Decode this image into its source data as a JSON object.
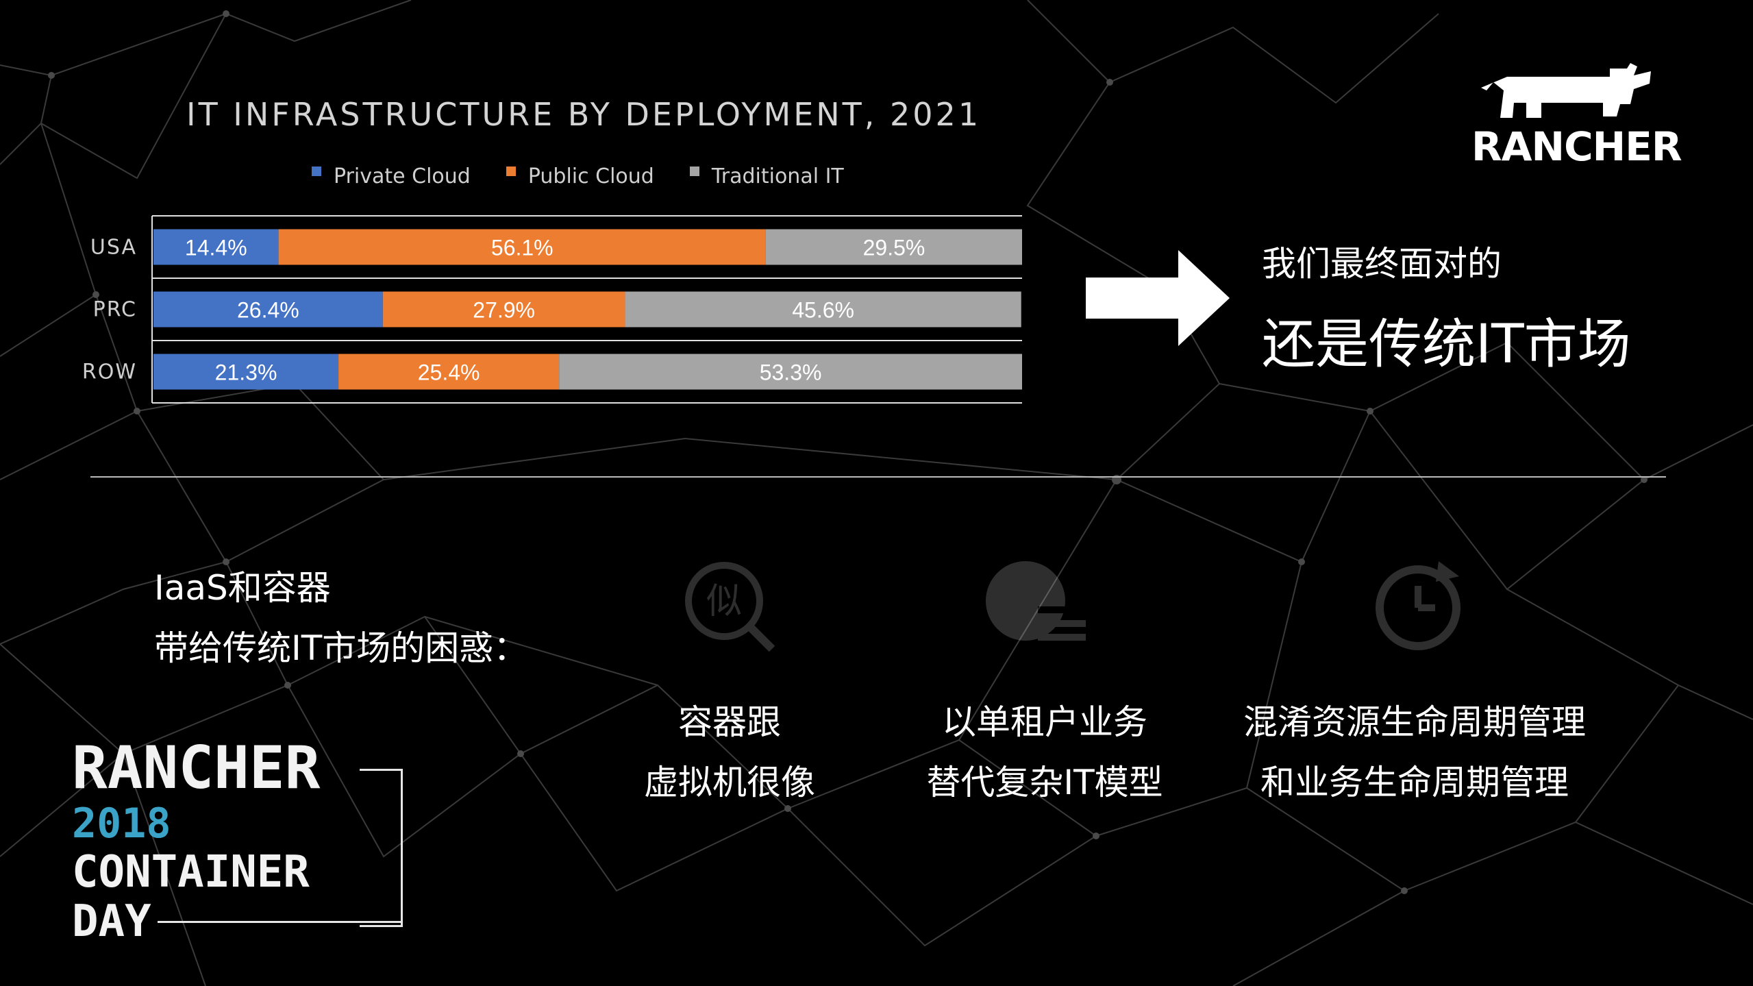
{
  "chart_data": {
    "type": "bar",
    "orientation": "horizontal-stacked-100",
    "title": "IT INFRASTRUCTURE BY DEPLOYMENT, 2021",
    "categories": [
      "USA",
      "PRC",
      "ROW"
    ],
    "series": [
      {
        "name": "Private Cloud",
        "color": "#4472c4",
        "values": [
          14.4,
          26.4,
          21.3
        ],
        "labels": [
          "14.4%",
          "26.4%",
          "21.3%"
        ]
      },
      {
        "name": "Public Cloud",
        "color": "#ed7d31",
        "values": [
          56.1,
          27.9,
          25.4
        ],
        "labels": [
          "56.1%",
          "27.9%",
          "25.4%"
        ]
      },
      {
        "name": "Traditional IT",
        "color": "#a5a5a5",
        "values": [
          29.5,
          45.6,
          53.3
        ],
        "labels": [
          "29.5%",
          "45.6%",
          "53.3%"
        ]
      }
    ],
    "xlim": [
      0,
      100
    ],
    "legend": "top"
  },
  "brand": {
    "name": "RANCHER"
  },
  "right": {
    "subtitle": "我们最终面对的",
    "headline": "还是传统IT市场"
  },
  "question": {
    "line1": "IaaS和容器",
    "line2": "带给传统IT市场的困惑："
  },
  "points": [
    {
      "line1": "容器跟",
      "line2": "虚拟机很像",
      "icon": "similar-icon"
    },
    {
      "line1": "以单租户业务",
      "line2": "替代复杂IT模型",
      "icon": "business-model-icon"
    },
    {
      "line1": "混淆资源生命周期管理",
      "line2": "和业务生命周期管理",
      "icon": "lifecycle-clock-icon"
    }
  ],
  "event": {
    "line1": "RANCHER",
    "line2": "2018",
    "line3": "CONTAINER",
    "line4": "DAY"
  }
}
